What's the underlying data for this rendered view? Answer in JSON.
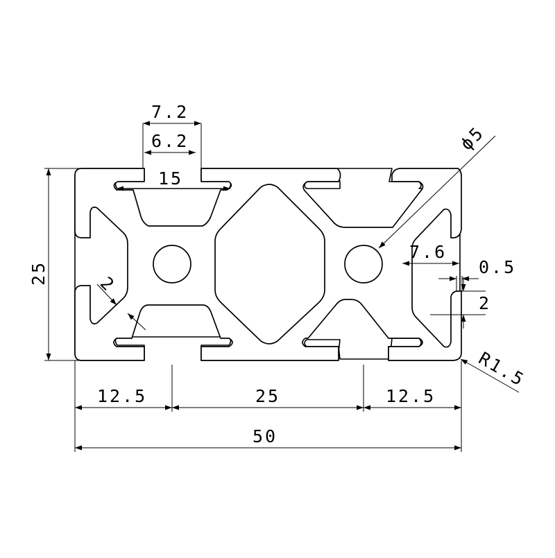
{
  "dimensions": {
    "slot_outer": "7.2",
    "slot_inner": "6.2",
    "slot_depth": "15",
    "height": "25",
    "wall_thickness": "2",
    "hole_diameter": "ϕ5",
    "slot_lip_width": "7.6",
    "slot_lip_gap": "0.5",
    "lip_thickness": "2",
    "corner_radius": "R1.5",
    "left_offset": "12.5",
    "center_spacing": "25",
    "right_offset": "12.5",
    "total_width": "50"
  }
}
